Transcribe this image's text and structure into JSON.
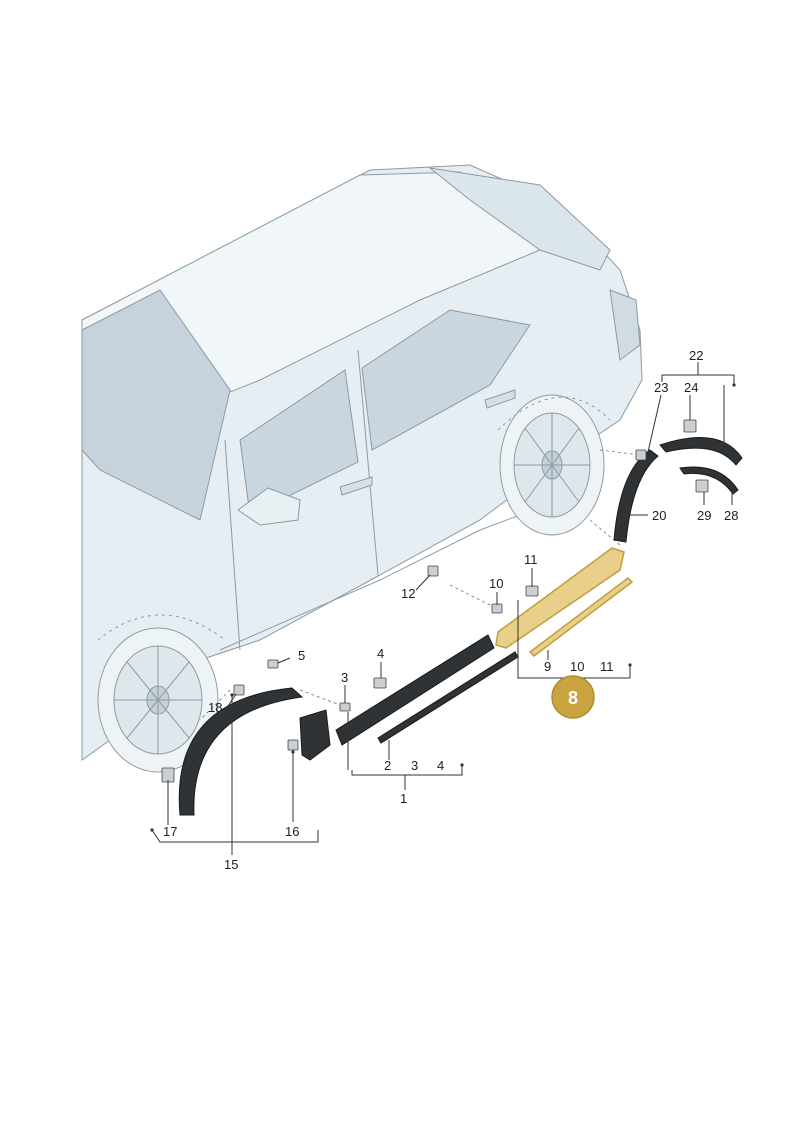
{
  "diagram": {
    "highlight_badge": "8",
    "labels": {
      "l1": "1",
      "l2": "2",
      "l3a": "3",
      "l4a": "4",
      "l3b": "3",
      "l4b": "4",
      "l5": "5",
      "l9": "9",
      "l10a": "10",
      "l11a": "11",
      "l10b": "10",
      "l11b": "11",
      "l12": "12",
      "l15": "15",
      "l16": "16",
      "l17": "17",
      "l18": "18",
      "l20": "20",
      "l22": "22",
      "l23": "23",
      "l24": "24",
      "l28": "28",
      "l29": "29"
    },
    "colors": {
      "highlight": "#e8cf8a",
      "badge": "#c9a441",
      "part": "#2f3336",
      "car_body": "#e3ecf1"
    }
  }
}
